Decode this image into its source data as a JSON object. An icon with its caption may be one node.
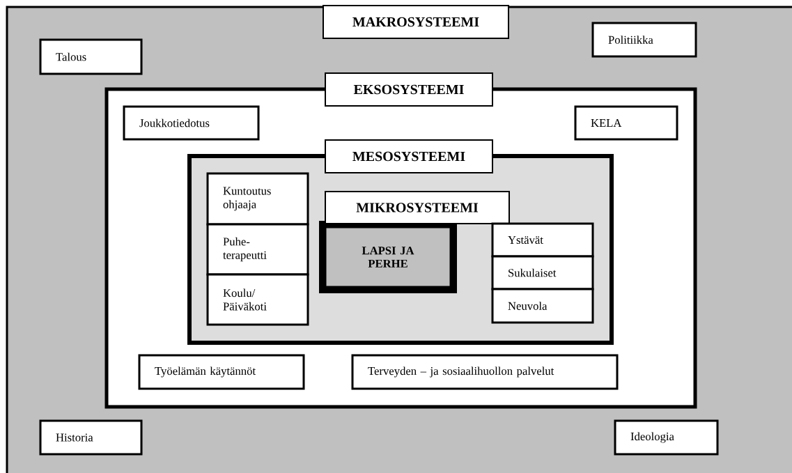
{
  "diagram": {
    "nodes": [
      {
        "text": [],
        "shape": "box"
      },
      {
        "text": [
          "MAKROSYSTEEMI"
        ],
        "in": 0
      },
      {
        "text": [
          "Talous"
        ],
        "in": 0
      },
      {
        "text": [
          "Politiikka"
        ],
        "in": 0
      },
      {
        "text": [],
        "shape": "box",
        "in": 0
      },
      {
        "text": [
          "EKSOSYSTEEMI"
        ],
        "in": 0
      },
      {
        "text": [
          "Joukkotiedotus"
        ],
        "in": 4
      },
      {
        "text": [
          "KELA"
        ],
        "in": 4
      },
      {
        "text": [],
        "shape": "box",
        "in": 4
      },
      {
        "text": [
          "MESOSYSTEEMI"
        ],
        "in": 4
      },
      {
        "text": [
          "Kuntoutus ohjaaja"
        ],
        "in": 8
      },
      {
        "text": [
          "Puhe- terapeutti"
        ],
        "in": 8
      },
      {
        "text": [
          "Koulu/ Päiväkoti"
        ],
        "in": 8
      },
      {
        "text": [],
        "shape": "box",
        "in": 8
      },
      {
        "text": [
          "MIKROSYSTEEMI"
        ],
        "in": 8
      },
      {
        "text": [
          "LAPSI JA PERHE"
        ],
        "in": 13
      },
      {
        "text": [
          "Ystävät"
        ],
        "in": 8
      },
      {
        "text": [
          "Sukulaiset"
        ],
        "in": 8
      },
      {
        "text": [
          "Neuvola"
        ],
        "in": 8
      },
      {
        "text": [
          "Työelämän käytännöt"
        ],
        "in": 4
      },
      {
        "text": [
          "Terveyden – ja sosiaalihuollon palvelut"
        ],
        "in": 4
      },
      {
        "text": [
          "Historia"
        ],
        "in": 0
      },
      {
        "text": [
          "Ideologia"
        ],
        "in": 0
      }
    ]
  }
}
